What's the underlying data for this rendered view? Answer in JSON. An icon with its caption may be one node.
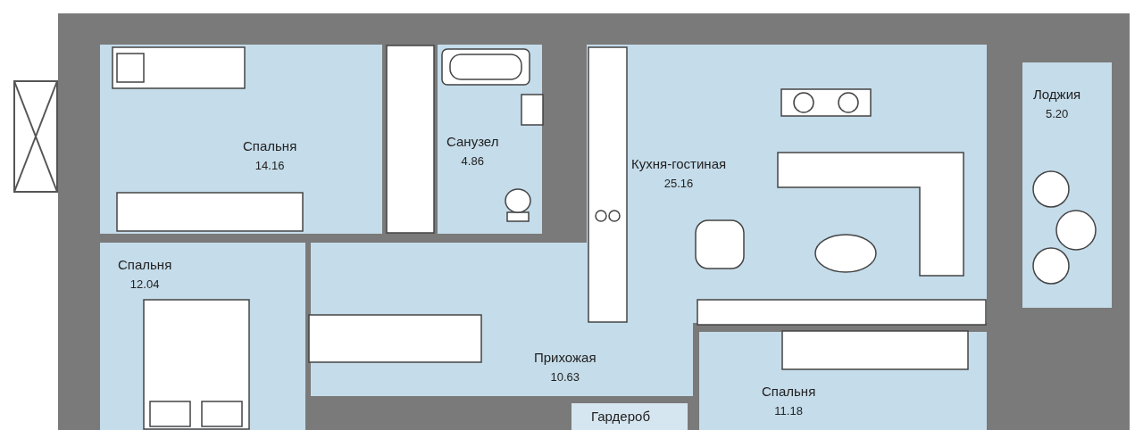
{
  "diagram": {
    "nodes": [
      {
        "text": [
          "Спальня",
          "14.16"
        ]
      },
      {
        "text": [
          "Санузел",
          "4.86"
        ]
      },
      {
        "text": [
          "Кухня-гостиная",
          "25.16"
        ]
      },
      {
        "text": [
          "Лоджия",
          "5.20"
        ]
      },
      {
        "text": [
          "Спальня",
          "12.04"
        ]
      },
      {
        "text": [
          "Прихожая",
          "10.63"
        ]
      },
      {
        "text": [
          "Спальня",
          "11.18"
        ]
      },
      {
        "text": [
          "Гардероб"
        ]
      }
    ]
  }
}
